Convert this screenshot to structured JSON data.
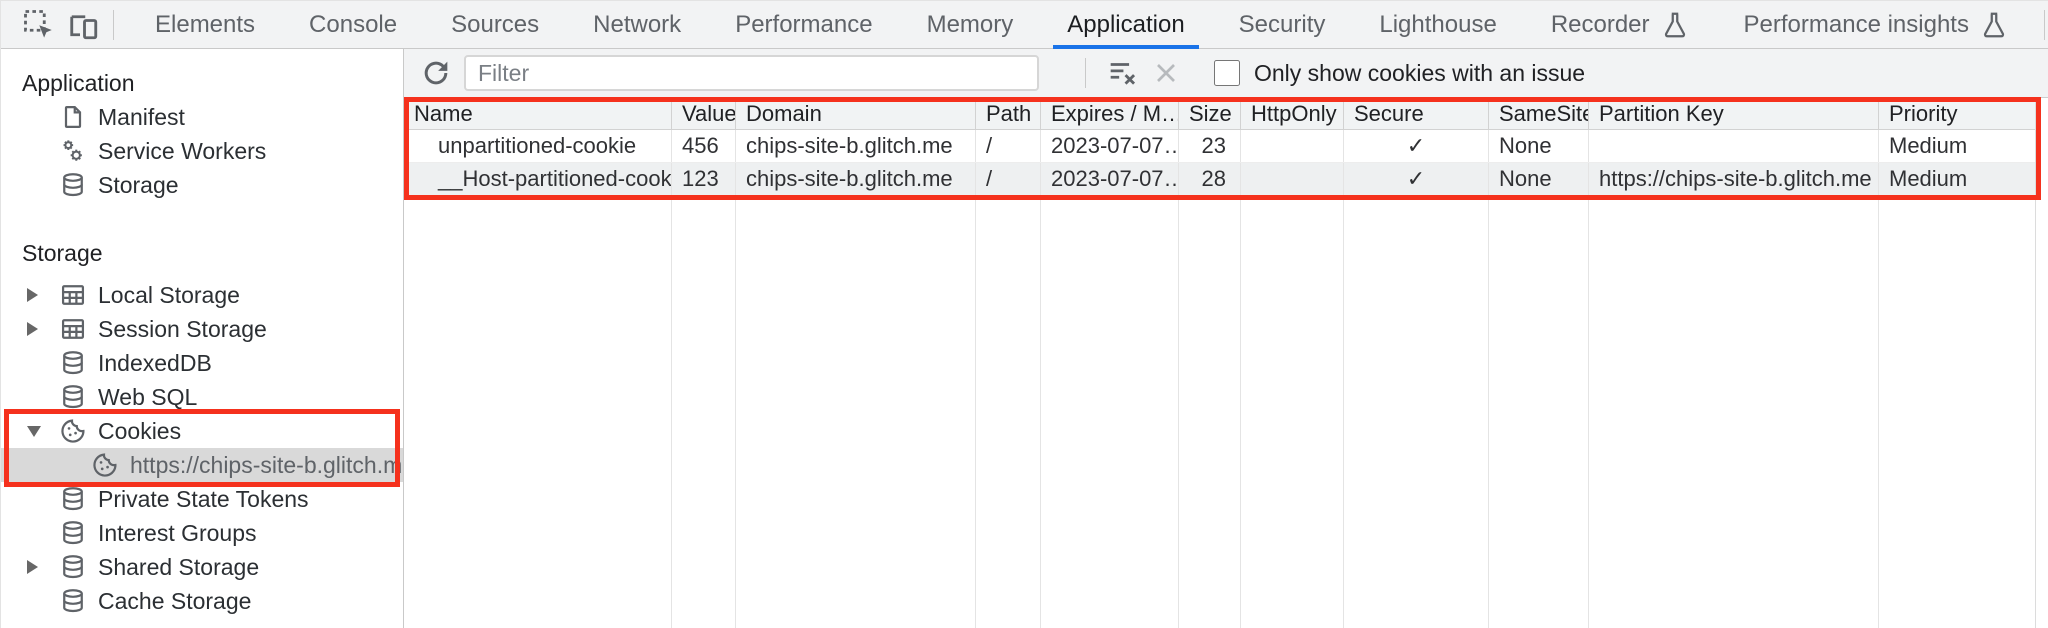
{
  "tabbar": {
    "tabs": [
      "Elements",
      "Console",
      "Sources",
      "Network",
      "Performance",
      "Memory",
      "Application",
      "Security",
      "Lighthouse",
      "Recorder",
      "Performance insights"
    ],
    "selected_tab": "Application"
  },
  "sidebar": {
    "sections": [
      {
        "title": "Application",
        "items": [
          {
            "label": "Manifest"
          },
          {
            "label": "Service Workers"
          },
          {
            "label": "Storage"
          }
        ]
      },
      {
        "title": "Storage",
        "items": [
          {
            "label": "Local Storage"
          },
          {
            "label": "Session Storage"
          },
          {
            "label": "IndexedDB"
          },
          {
            "label": "Web SQL"
          },
          {
            "label": "Cookies"
          },
          {
            "label": "https://chips-site-b.glitch.me"
          },
          {
            "label": "Private State Tokens"
          },
          {
            "label": "Interest Groups"
          },
          {
            "label": "Shared Storage"
          },
          {
            "label": "Cache Storage"
          }
        ]
      }
    ]
  },
  "toolbar": {
    "filter_placeholder": "Filter",
    "issue_checkbox_label": "Only show cookies with an issue",
    "issue_checkbox_checked": false
  },
  "cookie_table": {
    "columns": [
      "Name",
      "Value",
      "Domain",
      "Path",
      "Expires / M…",
      "Size",
      "HttpOnly",
      "Secure",
      "SameSite",
      "Partition Key",
      "Priority"
    ],
    "rows": [
      {
        "name": "unpartitioned-cookie",
        "value": "456",
        "domain": "chips-site-b.glitch.me",
        "path": "/",
        "expires": "2023-07-07…",
        "size": "23",
        "http_only": "",
        "secure": "✓",
        "same_site": "None",
        "partition_key": "",
        "priority": "Medium"
      },
      {
        "name": "__Host-partitioned-cookie",
        "value": "123",
        "domain": "chips-site-b.glitch.me",
        "path": "/",
        "expires": "2023-07-07…",
        "size": "28",
        "http_only": "",
        "secure": "✓",
        "same_site": "None",
        "partition_key": "https://chips-site-b.glitch.me",
        "priority": "Medium"
      }
    ]
  },
  "colors": {
    "selected_tab_underline": "#1a73e8",
    "annotation_red": "#f5311d",
    "selected_item_bg": "#d9d9d9",
    "panel_bg": "#f2f3f4"
  }
}
